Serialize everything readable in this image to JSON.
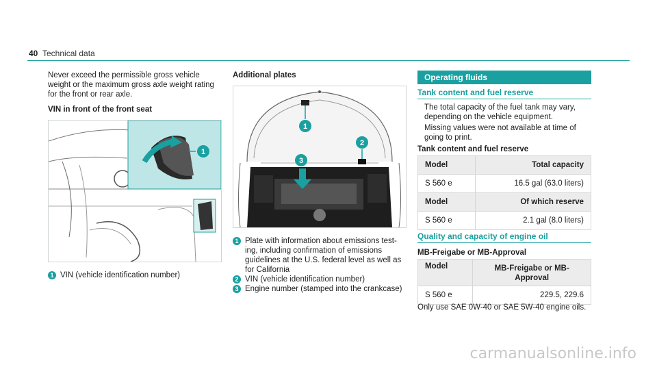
{
  "header": {
    "page_number": "40",
    "title": "Technical data"
  },
  "col1": {
    "intro_line1": "Never exceed the permissible gross vehicle",
    "intro_line2": "weight or the maximum gross axle weight rating",
    "intro_line3": "for the front or rear axle.",
    "vin_heading": "VIN in front of the front seat",
    "caption_num": "1",
    "caption_text": "VIN (vehicle identification number)"
  },
  "col2": {
    "heading": "Additional plates",
    "items": [
      {
        "num": "1",
        "lines": [
          "Plate with information about emissions test-",
          "ing, including confirmation of emissions",
          "guidelines at the U.S. federal level as well as",
          "for California"
        ]
      },
      {
        "num": "2",
        "lines": [
          "VIN (vehicle identification number)"
        ]
      },
      {
        "num": "3",
        "lines": [
          "Engine number (stamped into the crankcase)"
        ]
      }
    ]
  },
  "col3": {
    "banner": "Operating fluids",
    "tank_title": "Tank content and fuel reserve",
    "tank_para1_l1": "The total capacity of the fuel tank may vary,",
    "tank_para1_l2": "depending on the vehicle equipment.",
    "tank_para2_l1": "Missing values were not available at time of",
    "tank_para2_l2": "going to print.",
    "tank_table_title": "Tank content and fuel reserve",
    "tank_table": {
      "h1": [
        "Model",
        "Total capacity"
      ],
      "r1": [
        "S 560 e",
        "16.5 gal (63.0 liters)"
      ],
      "h2": [
        "Model",
        "Of which reserve"
      ],
      "r2": [
        "S 560 e",
        "2.1 gal (8.0 liters)"
      ]
    },
    "oil_title": "Quality and capacity of engine oil",
    "oil_sub": "MB-Freigabe or MB-Approval",
    "oil_table": {
      "h": [
        "Model",
        "MB-Freigabe or MB-",
        "Approval"
      ],
      "r": [
        "S 560 e",
        "229.5, 229.6"
      ]
    },
    "oil_note": "Only use SAE 0W-40 or SAE 5W-40 engine oils."
  },
  "watermark": "carmanualsonline.info"
}
